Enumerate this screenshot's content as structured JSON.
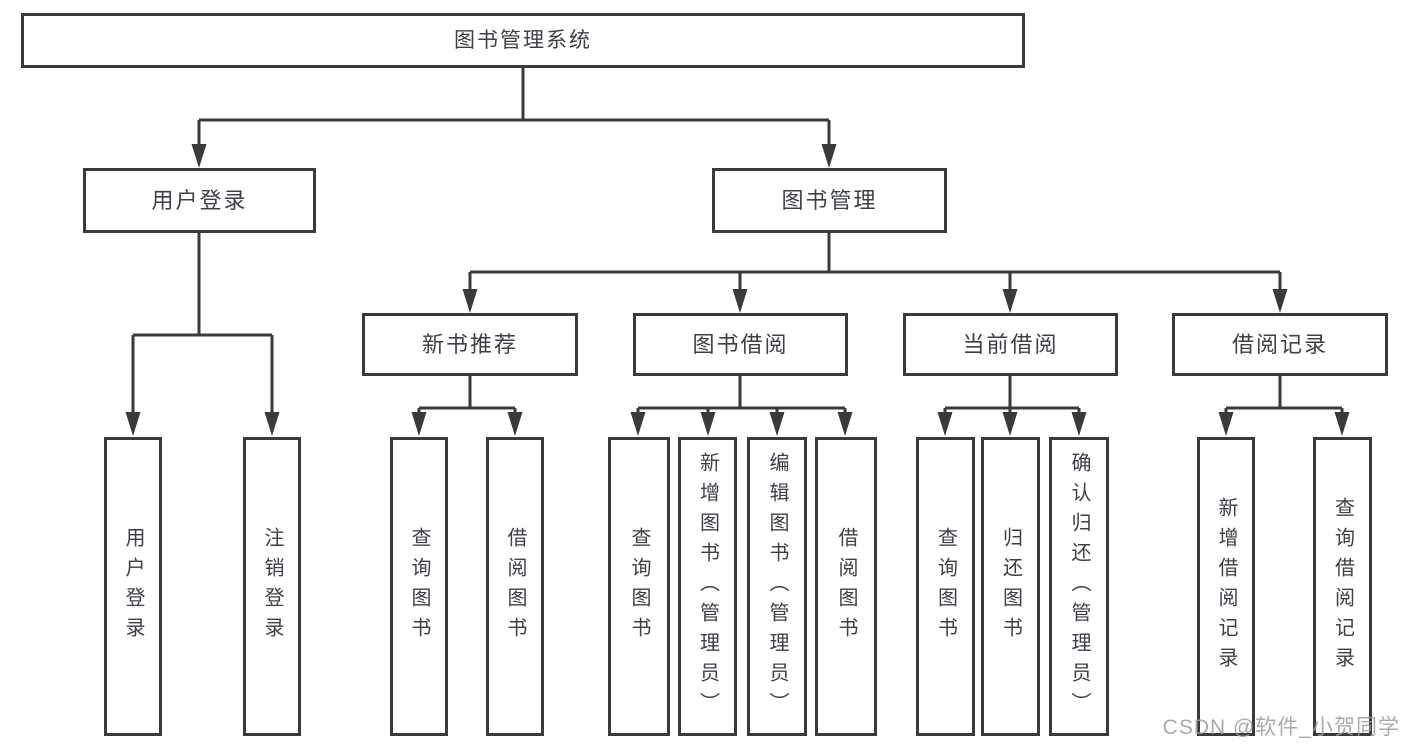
{
  "diagram": {
    "root": {
      "label": "图书管理系统"
    },
    "branches": [
      {
        "label": "用户登录",
        "children": [
          {
            "label": "用户登录"
          },
          {
            "label": "注销登录"
          }
        ]
      },
      {
        "label": "图书管理",
        "sections": [
          {
            "label": "新书推荐",
            "children": [
              {
                "label": "查询图书"
              },
              {
                "label": "借阅图书"
              }
            ]
          },
          {
            "label": "图书借阅",
            "children": [
              {
                "label": "查询图书"
              },
              {
                "label": "新增图书（管理员）"
              },
              {
                "label": "编辑图书（管理员）"
              },
              {
                "label": "借阅图书"
              }
            ]
          },
          {
            "label": "当前借阅",
            "children": [
              {
                "label": "查询图书"
              },
              {
                "label": "归还图书"
              },
              {
                "label": "确认归还（管理员）"
              }
            ]
          },
          {
            "label": "借阅记录",
            "children": [
              {
                "label": "新增借阅记录"
              },
              {
                "label": "查询借阅记录"
              }
            ]
          }
        ]
      }
    ]
  },
  "watermark": {
    "text": "CSDN @软件_小贺同学"
  },
  "colors": {
    "line": "#3a3a3a",
    "text": "#3d4146",
    "watermark": "#9c9c9c",
    "background": "#ffffff"
  }
}
